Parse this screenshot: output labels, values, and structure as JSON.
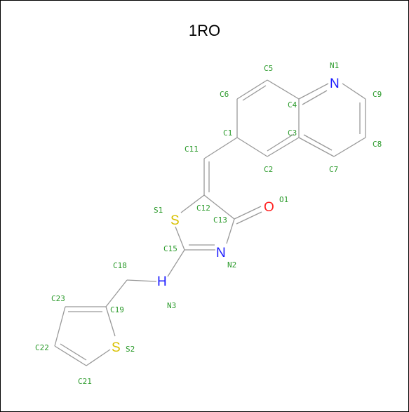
{
  "title": "1RO",
  "colors": {
    "bond": "#999999",
    "label": "#2a9a2a",
    "nitrogen": "#1a1aff",
    "oxygen": "#ff2020",
    "sulfur": "#d8c000"
  },
  "atom_labels": {
    "N1": "N1",
    "C9": "C9",
    "C5": "C5",
    "C6": "C6",
    "C4": "C4",
    "C1": "C1",
    "C3": "C3",
    "C8": "C8",
    "C11": "C11",
    "C2": "C2",
    "C7": "C7",
    "O1": "O1",
    "S1": "S1",
    "C12": "C12",
    "C13": "C13",
    "C15": "C15",
    "N2": "N2",
    "C18": "C18",
    "N3": "N3",
    "C23": "C23",
    "C19": "C19",
    "C22": "C22",
    "S2": "S2",
    "C21": "C21"
  },
  "element_symbols": {
    "n1": "N",
    "o1": "O",
    "s1": "S",
    "n2": "N",
    "n3": "H\nN",
    "s2": "S"
  }
}
